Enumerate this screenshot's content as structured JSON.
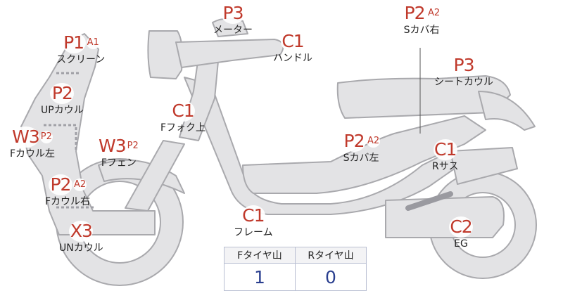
{
  "parts": [
    {
      "id": "screen",
      "grade": "P1",
      "sub": "A1",
      "label": "スクリーン"
    },
    {
      "id": "meter",
      "grade": "P3",
      "sub": "",
      "label": "メーター"
    },
    {
      "id": "handle",
      "grade": "C1",
      "sub": "",
      "label": "ハンドル"
    },
    {
      "id": "s-cover-right",
      "grade": "P2",
      "sub": "A2",
      "label": "Sカバ右"
    },
    {
      "id": "seat-cowl",
      "grade": "P3",
      "sub": "",
      "label": "シートカウル"
    },
    {
      "id": "up-cowl",
      "grade": "P2",
      "sub": "",
      "label": "UPカウル"
    },
    {
      "id": "front-fork",
      "grade": "C1",
      "sub": "",
      "label": "Fフォク上"
    },
    {
      "id": "f-cowl-left",
      "grade": "W3",
      "sub": "P2",
      "label": "Fカウル左"
    },
    {
      "id": "f-fender",
      "grade": "W3",
      "sub": "P2",
      "label": "Fフェン"
    },
    {
      "id": "s-cover-left",
      "grade": "P2",
      "sub": "A2",
      "label": "Sカバ左"
    },
    {
      "id": "r-sus",
      "grade": "C1",
      "sub": "",
      "label": "Rサス"
    },
    {
      "id": "f-cowl-right",
      "grade": "P2",
      "sub": "A2",
      "label": "Fカウル右"
    },
    {
      "id": "frame",
      "grade": "C1",
      "sub": "",
      "label": "フレーム"
    },
    {
      "id": "un-cowl",
      "grade": "X3",
      "sub": "",
      "label": "UNカウル"
    },
    {
      "id": "engine",
      "grade": "C2",
      "sub": "",
      "label": "EG"
    }
  ],
  "tires": {
    "front_header": "Fタイヤ山",
    "rear_header": "Rタイヤ山",
    "front_value": "1",
    "rear_value": "0"
  },
  "colors": {
    "grade": "#c0392b",
    "tire_value": "#2a3f8f",
    "bike_fill": "#e3e3e5",
    "bike_stroke": "#a9a9ad"
  }
}
